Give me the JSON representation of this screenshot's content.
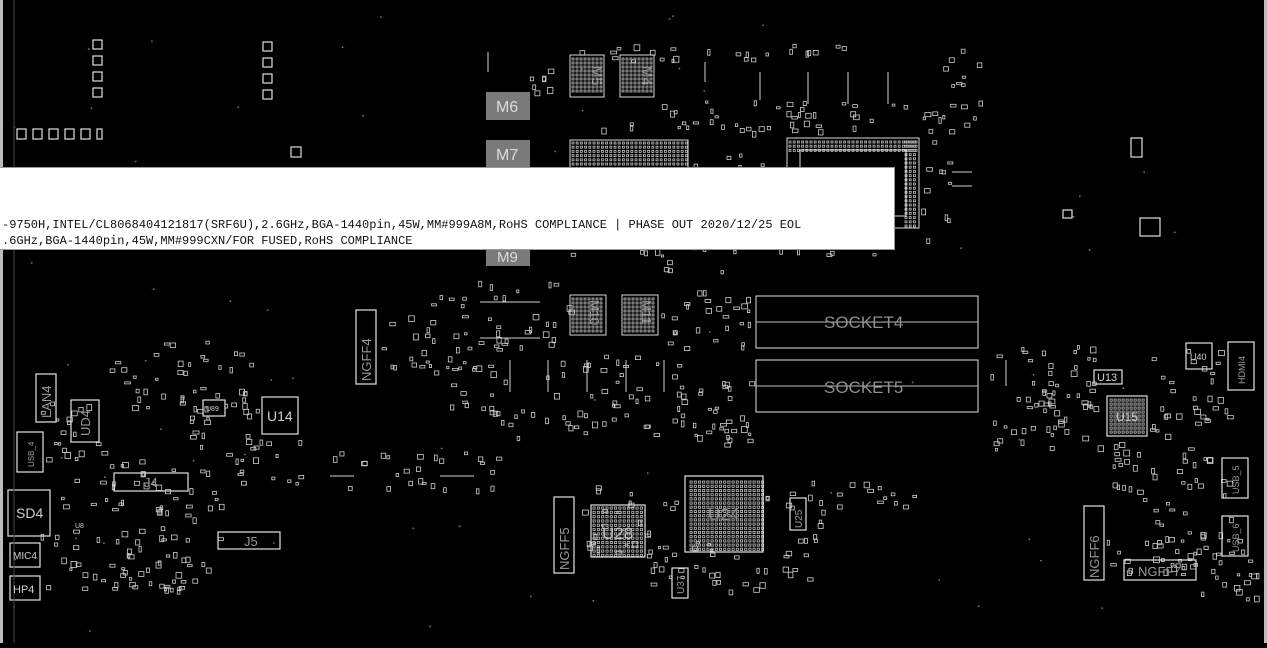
{
  "viewer": {
    "background": "#000000",
    "trace_color": "#d9d9d9",
    "pad_color": "#e6e6e6",
    "dot_color": "#1aa37a"
  },
  "components": {
    "memory": [
      "M5",
      "M4",
      "M6",
      "M7",
      "M9",
      "M10",
      "M11"
    ],
    "sockets": [
      "SOCKET4",
      "SOCKET5"
    ],
    "ngff": [
      "NGFF4",
      "NGFF5",
      "NGFF6",
      "NGFF7"
    ],
    "chips": [
      "U14",
      "U28",
      "U24",
      "U15",
      "U13",
      "U40",
      "U25",
      "U37",
      "UD4",
      "U89",
      "U8"
    ],
    "connectors": [
      "J4",
      "J5",
      "LAN4",
      "SD4",
      "MIC4",
      "HP4",
      "USB_4",
      "USB_5",
      "USB_6",
      "HDMI4"
    ]
  },
  "tooltip": {
    "line1": "-9750H,INTEL/CL8068404121817(SRF6U),2.6GHz,BGA-1440pin,45W,MM#999A8M,RoHS COMPLIANCE | PHASE OUT 2020/12/25 EOL",
    "line2": ".6GHz,BGA-1440pin,45W,MM#999CXN/FOR FUSED,RoHS COMPLIANCE"
  }
}
